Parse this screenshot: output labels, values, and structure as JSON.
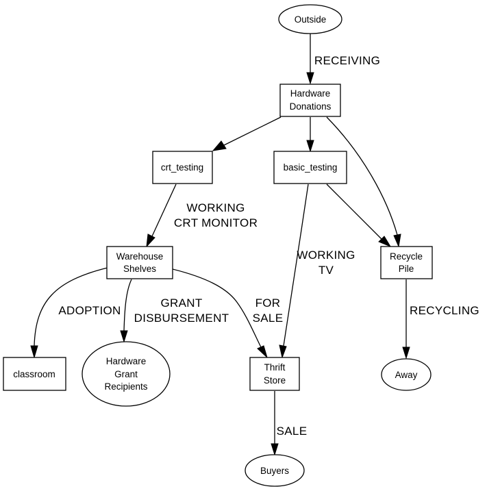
{
  "diagram": {
    "type": "directed-graph",
    "nodes": {
      "outside": {
        "label": [
          "Outside"
        ],
        "shape": "ellipse"
      },
      "hardware_donations": {
        "label": [
          "Hardware",
          "Donations"
        ],
        "shape": "box"
      },
      "crt_testing": {
        "label": [
          "crt_testing"
        ],
        "shape": "box"
      },
      "basic_testing": {
        "label": [
          "basic_testing"
        ],
        "shape": "box"
      },
      "warehouse_shelves": {
        "label": [
          "Warehouse",
          "Shelves"
        ],
        "shape": "box"
      },
      "recycle_pile": {
        "label": [
          "Recycle",
          "Pile"
        ],
        "shape": "box"
      },
      "classroom": {
        "label": [
          "classroom"
        ],
        "shape": "box"
      },
      "hardware_grant_recipients": {
        "label": [
          "Hardware",
          "Grant",
          "Recipients"
        ],
        "shape": "ellipse"
      },
      "thrift_store": {
        "label": [
          "Thrift",
          "Store"
        ],
        "shape": "box"
      },
      "away": {
        "label": [
          "Away"
        ],
        "shape": "ellipse"
      },
      "buyers": {
        "label": [
          "Buyers"
        ],
        "shape": "ellipse"
      }
    },
    "edges": [
      {
        "from": "outside",
        "to": "hardware_donations",
        "label": [
          "RECEIVING"
        ]
      },
      {
        "from": "hardware_donations",
        "to": "crt_testing",
        "label": []
      },
      {
        "from": "hardware_donations",
        "to": "basic_testing",
        "label": []
      },
      {
        "from": "hardware_donations",
        "to": "recycle_pile",
        "label": []
      },
      {
        "from": "crt_testing",
        "to": "warehouse_shelves",
        "label": [
          "WORKING",
          "CRT MONITOR"
        ]
      },
      {
        "from": "basic_testing",
        "to": "thrift_store",
        "label": [
          "WORKING",
          "TV"
        ]
      },
      {
        "from": "basic_testing",
        "to": "recycle_pile",
        "label": []
      },
      {
        "from": "warehouse_shelves",
        "to": "classroom",
        "label": [
          "ADOPTION"
        ]
      },
      {
        "from": "warehouse_shelves",
        "to": "hardware_grant_recipients",
        "label": [
          "GRANT",
          "DISBURSEMENT"
        ]
      },
      {
        "from": "warehouse_shelves",
        "to": "thrift_store",
        "label": [
          "FOR",
          "SALE"
        ]
      },
      {
        "from": "recycle_pile",
        "to": "away",
        "label": [
          "RECYCLING"
        ]
      },
      {
        "from": "thrift_store",
        "to": "buyers",
        "label": [
          "SALE"
        ]
      }
    ]
  }
}
